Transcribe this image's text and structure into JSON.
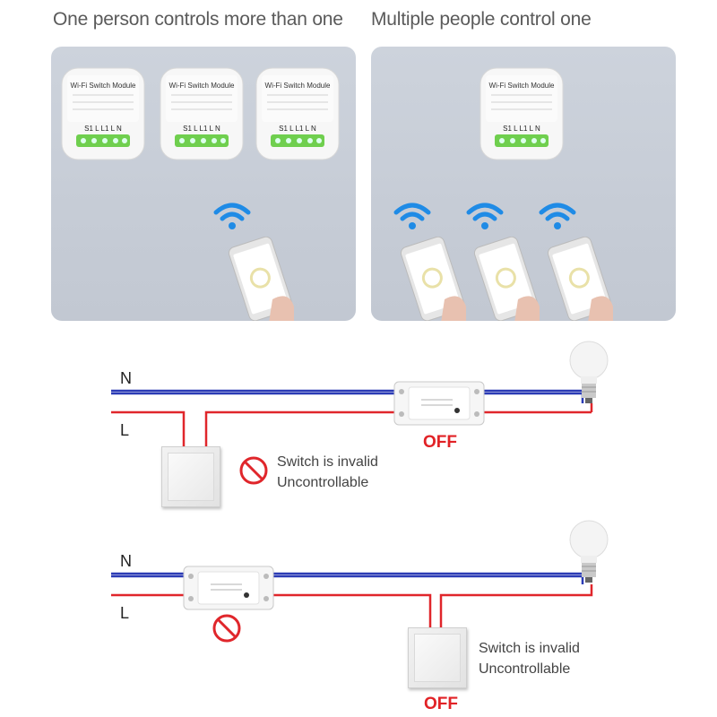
{
  "top": {
    "left_heading": "One person controls more than one",
    "right_heading": "Multiple people control one",
    "module_label": "Wi-Fi Switch Module",
    "module_terminals": "S1 L L1 L N"
  },
  "diagram1": {
    "n_label": "N",
    "l_label": "L",
    "status": "OFF",
    "note_line1": "Switch is invalid",
    "note_line2": "Uncontrollable"
  },
  "diagram2": {
    "n_label": "N",
    "l_label": "L",
    "status": "OFF",
    "note_line1": "Switch is invalid",
    "note_line2": "Uncontrollable"
  },
  "colors": {
    "neutral_wire": "#2b3bb5",
    "live_wire": "#e0262b",
    "off_text": "#e12226",
    "module_green": "#6fcf4e"
  },
  "icons": [
    "wifi-icon",
    "no-entry-icon",
    "light-bulb-icon",
    "smartphone-icon"
  ]
}
